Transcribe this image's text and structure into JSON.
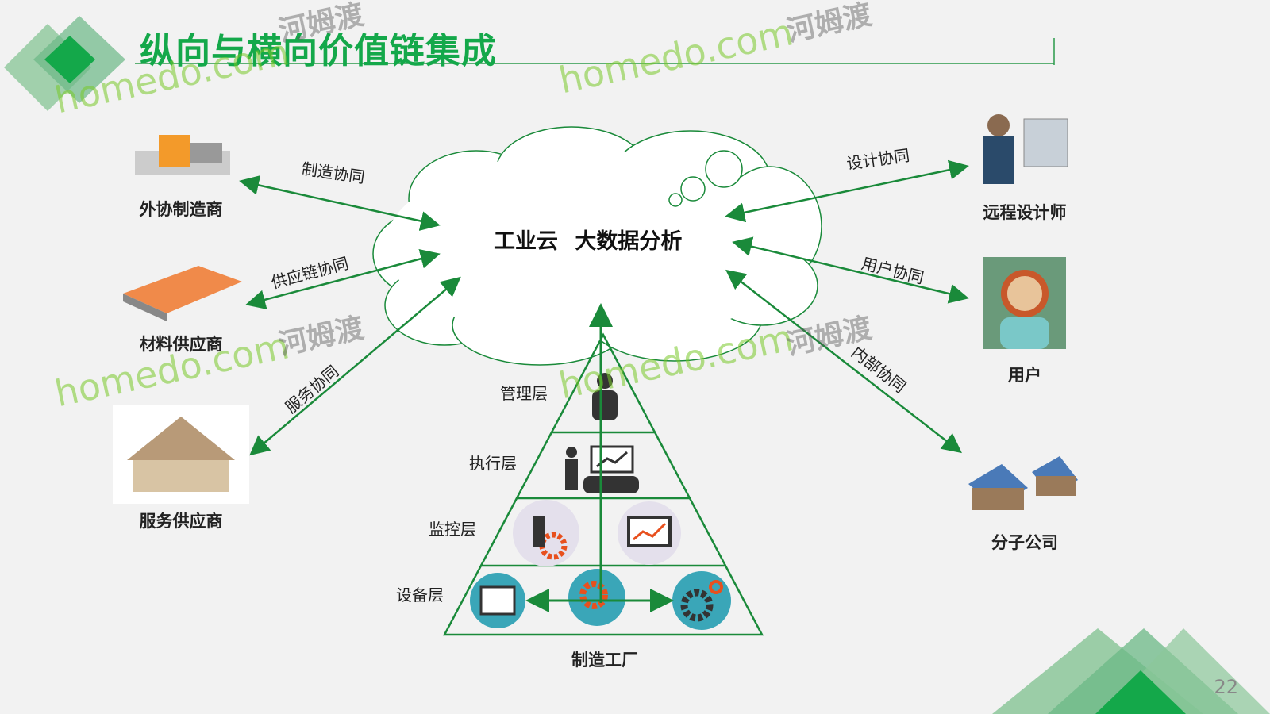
{
  "title": "纵向与横向价值链集成",
  "cloud": {
    "label": "工业云 大数据分析"
  },
  "nodes": {
    "outsourced_manufacturer": "外协制造商",
    "material_supplier": "材料供应商",
    "service_supplier": "服务供应商",
    "remote_designer": "远程设计师",
    "user": "用户",
    "branch_company": "分子公司",
    "factory": "制造工厂"
  },
  "edges": {
    "manufacturing": "制造协同",
    "supply_chain": "供应链协同",
    "service": "服务协同",
    "design": "设计协同",
    "user": "用户协同",
    "internal": "内部协同"
  },
  "layers": [
    "管理层",
    "执行层",
    "监控层",
    "设备层"
  ],
  "page_number": "22",
  "watermark": {
    "site": "homedo.com",
    "name": "河姆渡"
  },
  "colors": {
    "accent": "#14a84a",
    "arrow": "#1a8a3a",
    "teal": "#3aa6b8"
  }
}
